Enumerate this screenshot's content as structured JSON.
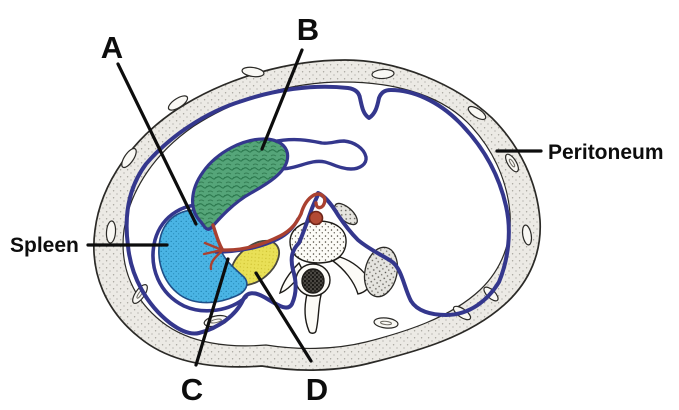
{
  "labels": {
    "a": "A",
    "b": "B",
    "c": "C",
    "d": "D",
    "spleen": "Spleen",
    "peritoneum": "Peritoneum"
  },
  "colors": {
    "background": "#ffffff",
    "peritoneum_navy": "#34378d",
    "stomach_green": "#55a579",
    "spleen_blue": "#4ab4e4",
    "kidney_yellow": "#e9e057",
    "artery_red": "#aa4130",
    "aorta_red": "#b24a35",
    "wall_gray": "#eceae5",
    "outline_dark": "#2b2a27",
    "label_black": "#0d0d0d"
  }
}
